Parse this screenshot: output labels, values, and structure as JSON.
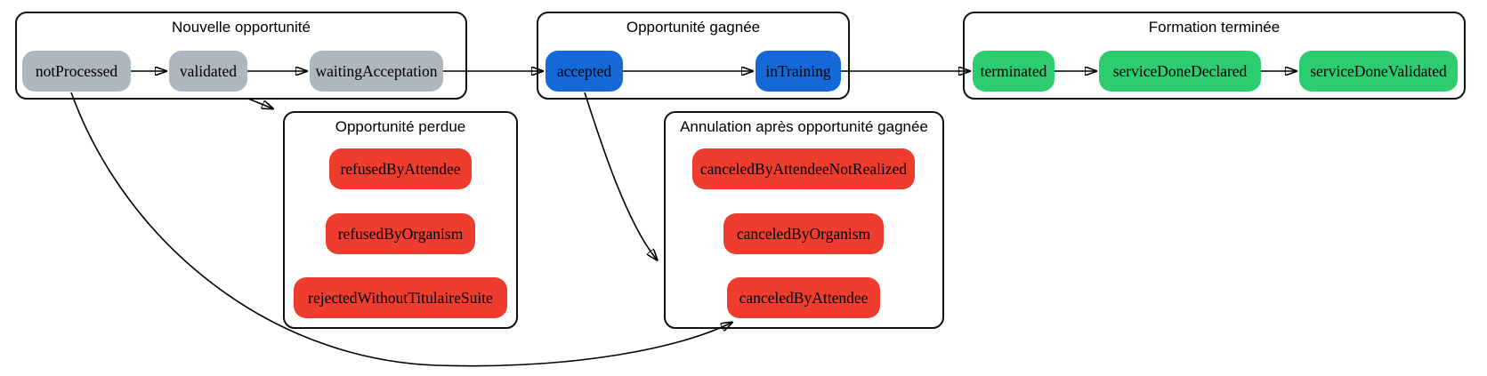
{
  "diagram": {
    "type": "state-transition-diagram",
    "clusters": {
      "nouvelle": {
        "label": "Nouvelle opportunité"
      },
      "gagnee": {
        "label": "Opportunité gagnée"
      },
      "terminee": {
        "label": "Formation terminée"
      },
      "perdue": {
        "label": "Opportunité perdue"
      },
      "annulation": {
        "label": "Annulation après opportunité gagnée"
      }
    },
    "nodes": {
      "notProcessed": {
        "label": "notProcessed",
        "color": "#aeb6bf",
        "cluster": "Nouvelle opportunité"
      },
      "validated": {
        "label": "validated",
        "color": "#aeb6bf",
        "cluster": "Nouvelle opportunité"
      },
      "waitingAcceptation": {
        "label": "waitingAcceptation",
        "color": "#aeb6bf",
        "cluster": "Nouvelle opportunité"
      },
      "accepted": {
        "label": "accepted",
        "color": "#1469d7",
        "cluster": "Opportunité gagnée"
      },
      "inTraining": {
        "label": "inTraining",
        "color": "#1469d7",
        "cluster": "Opportunité gagnée"
      },
      "terminated": {
        "label": "terminated",
        "color": "#2ecc71",
        "cluster": "Formation terminée"
      },
      "serviceDoneDeclared": {
        "label": "serviceDoneDeclared",
        "color": "#2ecc71",
        "cluster": "Formation terminée"
      },
      "serviceDoneValidated": {
        "label": "serviceDoneValidated",
        "color": "#2ecc71",
        "cluster": "Formation terminée"
      },
      "refusedByAttendee": {
        "label": "refusedByAttendee",
        "color": "#ee3c2e",
        "cluster": "Opportunité perdue"
      },
      "refusedByOrganism": {
        "label": "refusedByOrganism",
        "color": "#ee3c2e",
        "cluster": "Opportunité perdue"
      },
      "rejectedWithoutTitulaireSuite": {
        "label": "rejectedWithoutTitulaireSuite",
        "color": "#ee3c2e",
        "cluster": "Opportunité perdue"
      },
      "canceledByAttendeeNotRealized": {
        "label": "canceledByAttendeeNotRealized",
        "color": "#ee3c2e",
        "cluster": "Annulation après opportunité gagnée"
      },
      "canceledByOrganism": {
        "label": "canceledByOrganism",
        "color": "#ee3c2e",
        "cluster": "Annulation après opportunité gagnée"
      },
      "canceledByAttendee": {
        "label": "canceledByAttendee",
        "color": "#ee3c2e",
        "cluster": "Annulation après opportunité gagnée"
      }
    },
    "edges": [
      {
        "from": "notProcessed",
        "to": "validated"
      },
      {
        "from": "validated",
        "to": "waitingAcceptation"
      },
      {
        "from": "waitingAcceptation",
        "to": "accepted"
      },
      {
        "from": "accepted",
        "to": "inTraining"
      },
      {
        "from": "inTraining",
        "to": "terminated"
      },
      {
        "from": "terminated",
        "to": "serviceDoneDeclared"
      },
      {
        "from": "serviceDoneDeclared",
        "to": "serviceDoneValidated"
      },
      {
        "from": "cluster:Nouvelle opportunité",
        "to": "cluster:Opportunité perdue"
      },
      {
        "from": "accepted",
        "to": "cluster:Annulation après opportunité gagnée"
      },
      {
        "from": "notProcessed",
        "to": "canceledByAttendee"
      }
    ]
  },
  "colors": {
    "background": "#ffffff",
    "border": "#111111",
    "edge": "#000000",
    "state_new": "#aeb6bf",
    "state_won": "#1469d7",
    "state_done": "#2ecc71",
    "state_lost": "#ee3c2e"
  }
}
